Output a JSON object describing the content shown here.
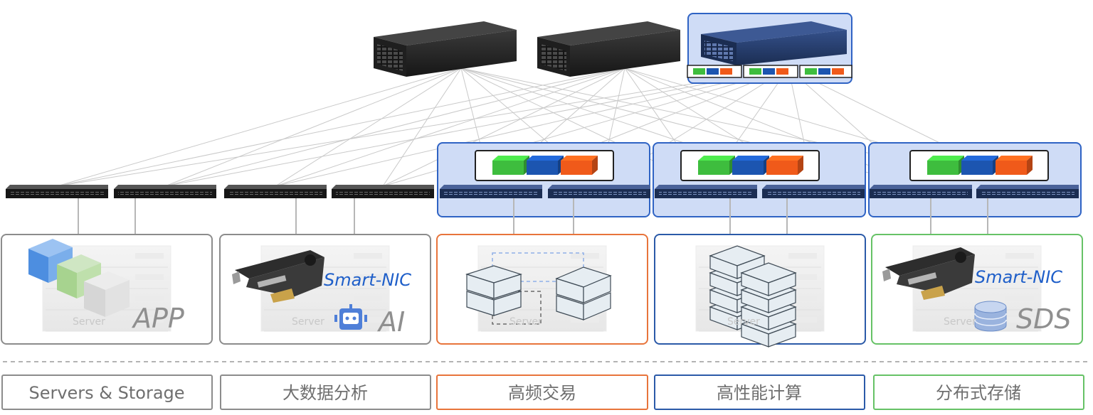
{
  "colors": {
    "gray": "#8c8c8c",
    "orange": "#e8743b",
    "blue": "#2b5aa8",
    "green": "#66c266",
    "highlight_fill": "#cfdcf6",
    "highlight_border": "#2f63c4",
    "smartnic_text": "#1f5fc9",
    "block_green": "#3ebd3e",
    "block_blue": "#1c55b0",
    "block_orange": "#f05a1a",
    "switch_body": "#1b1b1b",
    "switch_body_blue": "#21355f",
    "link_line": "#c9c9c9"
  },
  "panels": [
    {
      "overlay": "APP",
      "server_text": "Server",
      "smartnic": "",
      "icon": "app-cubes-icon"
    },
    {
      "overlay": "AI",
      "server_text": "Server",
      "smartnic": "Smart-NIC",
      "icon": "robot-icon"
    },
    {
      "overlay": "",
      "server_text": "Server",
      "smartnic": "",
      "icon": "linked-servers-icon"
    },
    {
      "overlay": "",
      "server_text": "Server",
      "smartnic": "",
      "icon": "server-stack-icon"
    },
    {
      "overlay": "SDS",
      "server_text": "Server",
      "smartnic": "Smart-NIC",
      "icon": "database-icon"
    }
  ],
  "categories": [
    {
      "label": "Servers & Storage"
    },
    {
      "label": "大数据分析"
    },
    {
      "label": "高频交易"
    },
    {
      "label": "高性能计算"
    },
    {
      "label": "分布式存储"
    }
  ]
}
